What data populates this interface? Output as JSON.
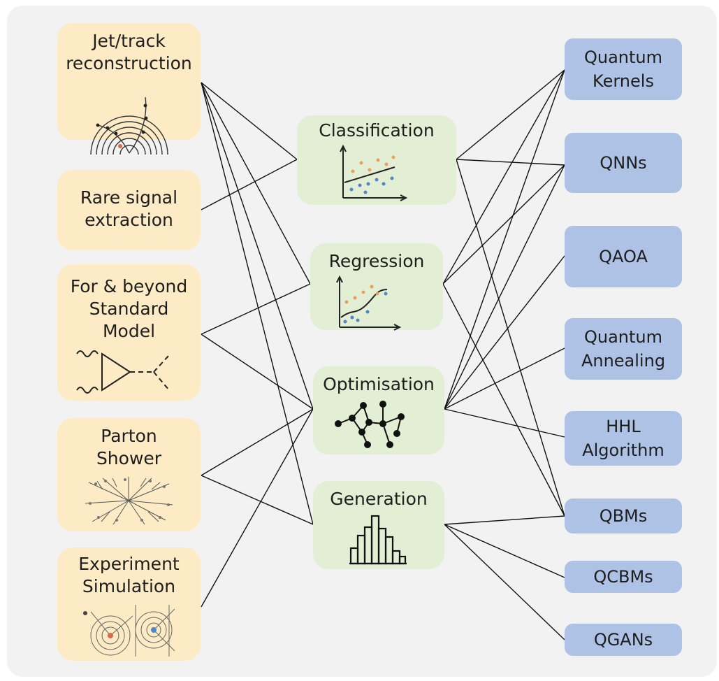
{
  "applications": [
    {
      "id": "jet",
      "label": "Jet/track\nreconstruction",
      "icon": "track-reconstruction-icon"
    },
    {
      "id": "rare",
      "label": "Rare signal\nextraction",
      "icon": ""
    },
    {
      "id": "bsm",
      "label": "For & beyond\nStandard\nModel",
      "icon": "feynman-diagram-icon"
    },
    {
      "id": "parton",
      "label": "Parton\nShower",
      "icon": "parton-shower-icon"
    },
    {
      "id": "sim",
      "label": "Experiment\nSimulation",
      "icon": "detector-event-icon"
    }
  ],
  "tasks": [
    {
      "id": "class",
      "label": "Classification",
      "icon": "classification-plot-icon"
    },
    {
      "id": "regr",
      "label": "Regression",
      "icon": "regression-plot-icon"
    },
    {
      "id": "opt",
      "label": "Optimisation",
      "icon": "graph-network-icon"
    },
    {
      "id": "gen",
      "label": "Generation",
      "icon": "histogram-icon"
    }
  ],
  "algorithms": [
    {
      "id": "qk",
      "label": "Quantum\nKernels"
    },
    {
      "id": "qnn",
      "label": "QNNs"
    },
    {
      "id": "qaoa",
      "label": "QAOA"
    },
    {
      "id": "qa",
      "label": "Quantum\nAnnealing"
    },
    {
      "id": "hhl",
      "label": "HHL\nAlgorithm"
    },
    {
      "id": "qbm",
      "label": "QBMs"
    },
    {
      "id": "qcbm",
      "label": "QCBMs"
    },
    {
      "id": "qgan",
      "label": "QGANs"
    }
  ],
  "links": [
    [
      "jet",
      "class"
    ],
    [
      "jet",
      "regr"
    ],
    [
      "jet",
      "opt"
    ],
    [
      "jet",
      "gen"
    ],
    [
      "rare",
      "class"
    ],
    [
      "bsm",
      "regr"
    ],
    [
      "bsm",
      "opt"
    ],
    [
      "parton",
      "opt"
    ],
    [
      "parton",
      "gen"
    ],
    [
      "sim",
      "opt"
    ],
    [
      "class",
      "qk"
    ],
    [
      "class",
      "qnn"
    ],
    [
      "class",
      "qbm"
    ],
    [
      "regr",
      "qk"
    ],
    [
      "regr",
      "qnn"
    ],
    [
      "regr",
      "qbm"
    ],
    [
      "opt",
      "qk"
    ],
    [
      "opt",
      "qnn"
    ],
    [
      "opt",
      "qaoa"
    ],
    [
      "opt",
      "qa"
    ],
    [
      "opt",
      "hhl"
    ],
    [
      "gen",
      "qbm"
    ],
    [
      "gen",
      "qcbm"
    ],
    [
      "gen",
      "qgan"
    ]
  ],
  "colors": {
    "application_fill": "#fcebc4",
    "task_fill": "#e2efd5",
    "algorithm_fill": "#aec2e6",
    "panel_fill": "#f2f2f2",
    "line": "#111111",
    "scatter_orange": "#e8a15c",
    "scatter_blue": "#4f86c6"
  }
}
